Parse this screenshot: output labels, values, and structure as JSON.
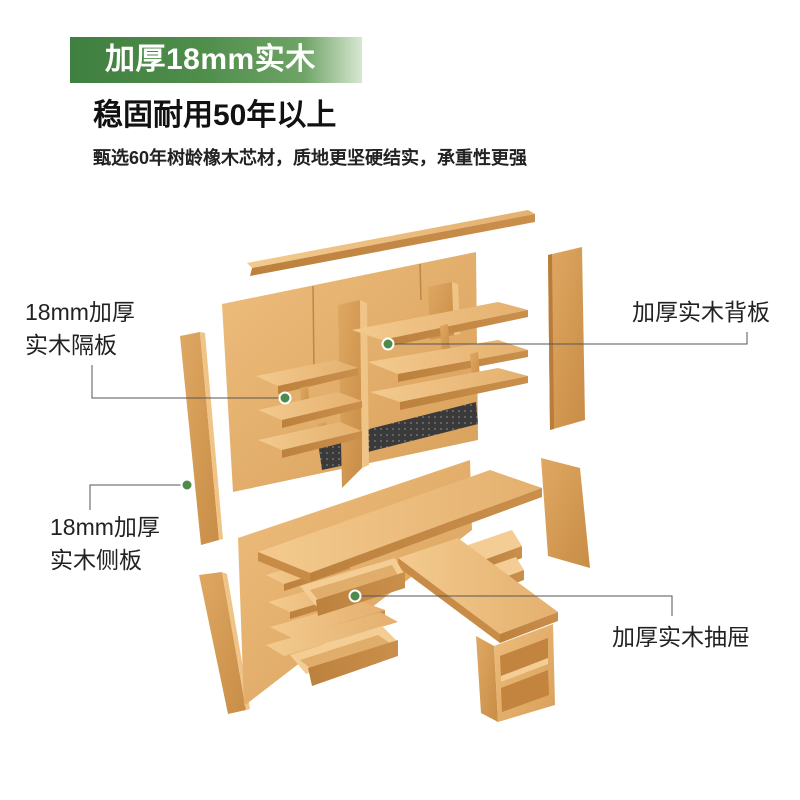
{
  "banner": {
    "text": "加厚18mm实木"
  },
  "headline": "稳固耐用50年以上",
  "subtitle": "甄选60年树龄橡木芯材，质地更坚硬结实，承重性更强",
  "callouts": {
    "shelf": {
      "line1": "18mm加厚",
      "line2": "实木隔板"
    },
    "back_panel": {
      "line1": "加厚实木背板"
    },
    "side_panel": {
      "line1": "18mm加厚",
      "line2": "实木侧板"
    },
    "drawer": {
      "line1": "加厚实木抽屉"
    }
  },
  "colors": {
    "accent": "#4d8a4b",
    "wood_light": "#eebd7d",
    "wood_mid": "#d8a05a",
    "wood_dark": "#bd813e",
    "panel_black": "#3a3a3a",
    "leader_line": "#555555"
  }
}
